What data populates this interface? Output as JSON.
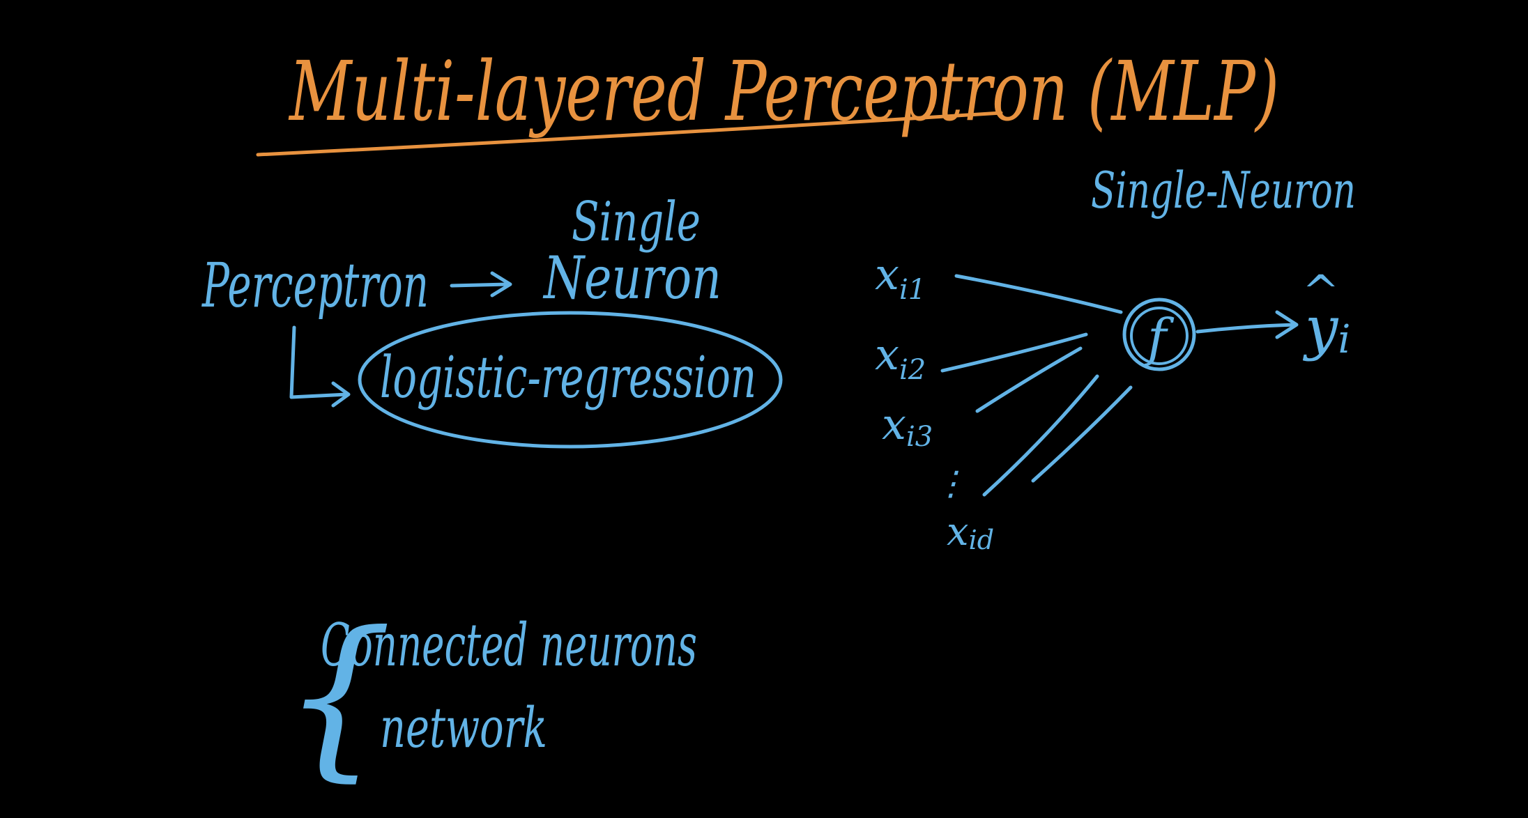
{
  "colors": {
    "background": "#000000",
    "title_ink": "#e8923f",
    "body_ink": "#62b3e6"
  },
  "title": {
    "text": "Multi-layered Perceptron (MLP)"
  },
  "left_notes": {
    "perceptron": "Perceptron",
    "arrow": "→",
    "single": "Single",
    "neuron": "Neuron",
    "logistic_regression": "logistic-regression"
  },
  "neuron_diagram": {
    "caption": "Single-Neuron",
    "inputs": [
      "xi1",
      "xi2",
      "xi3",
      "xid"
    ],
    "input_labels": [
      {
        "base": "x",
        "sub": "i1"
      },
      {
        "base": "x",
        "sub": "i2"
      },
      {
        "base": "x",
        "sub": "i3"
      },
      {
        "base": "x",
        "sub": "id"
      }
    ],
    "ellipsis": "⋮",
    "function_label": "f",
    "output": {
      "base": "y",
      "hat": "^",
      "sub": "i"
    }
  },
  "bottom_notes": {
    "brace": "{",
    "line1": "Connected neurons",
    "line2": "network"
  }
}
